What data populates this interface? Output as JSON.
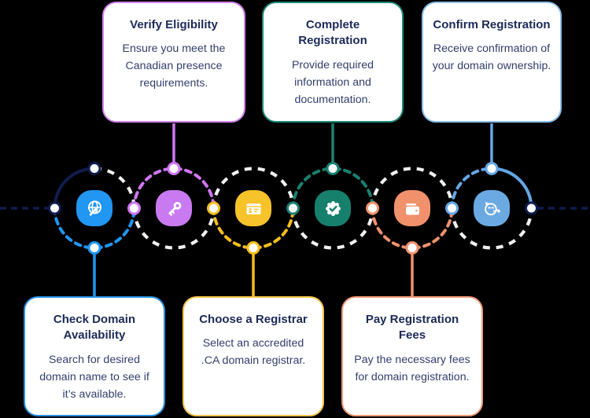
{
  "diagram_title": "CA domain registration process",
  "background_color": "#000000",
  "flow_line_color": "#101C4D",
  "inactive_ring_color": "#F0F0F0",
  "node_fill": "#ffffff",
  "text": {
    "title_color": "#1D2A58",
    "body_color": "#333E6B"
  },
  "steps": [
    {
      "name": "check-domain-availability",
      "icon": "globe-cursor-icon",
      "disc_color": "#2196F3",
      "ring_color": "#2196F3",
      "card": {
        "position": "bottom",
        "border_color": "#2790E3",
        "title": "Check Domain\nAvailability",
        "body": "Search for desired domain name to see if it’s available."
      }
    },
    {
      "name": "verify-eligibility",
      "icon": "key-icon",
      "disc_color": "#C97AF0",
      "ring_color": "#D076F2",
      "card": {
        "position": "top",
        "border_color": "#D283F0",
        "title": "Verify Eligibility",
        "body": "Ensure you meet the Canadian presence requirements."
      }
    },
    {
      "name": "choose-a-registrar",
      "icon": "id-card-icon",
      "disc_color": "#F7C32A",
      "ring_color": "#F5BE1C",
      "card": {
        "position": "bottom",
        "border_color": "#F6C549",
        "title": "Choose a Registrar",
        "body": "Select an accredited .CA domain registrar."
      }
    },
    {
      "name": "complete-registration",
      "icon": "badge-check-icon",
      "disc_color": "#17806D",
      "ring_color": "#1A8070",
      "card": {
        "position": "top",
        "border_color": "#1B8A75",
        "title": "Complete\nRegistration",
        "body": "Provide required information and documentation."
      }
    },
    {
      "name": "pay-registration-fees",
      "icon": "wallet-icon",
      "disc_color": "#F0916C",
      "ring_color": "#F0916C",
      "card": {
        "position": "bottom",
        "border_color": "#F29A78",
        "title": "Pay Registration Fees",
        "body": "Pay the necessary fees for domain registration."
      }
    },
    {
      "name": "confirm-registration",
      "icon": "celebration-face-icon",
      "disc_color": "#6BA9E2",
      "ring_color": "#64A7E6",
      "card": {
        "position": "top",
        "border_color": "#8BBFEA",
        "title": "Confirm Registration",
        "body": "Receive confirmation of your domain ownership."
      }
    }
  ]
}
